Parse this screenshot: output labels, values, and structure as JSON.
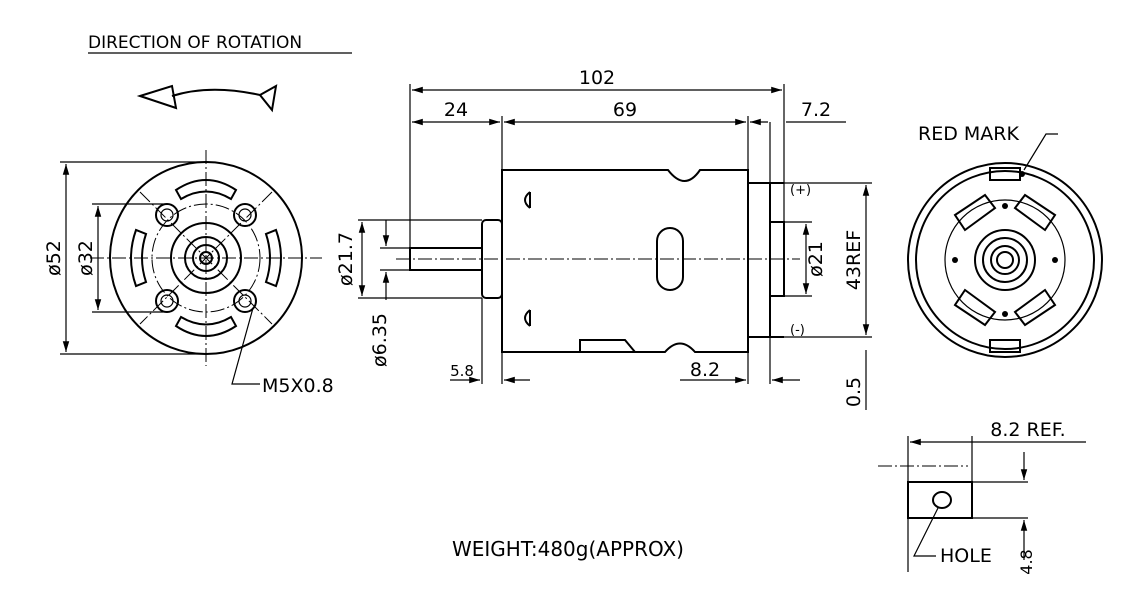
{
  "title": "DIRECTION OF ROTATION",
  "weight": "WEIGHT:480g(APPROX)",
  "labels": {
    "red_mark": "RED MARK",
    "thread": "M5X0.8",
    "hole": "HOLE",
    "plus": "(+)",
    "minus": "(-)"
  },
  "dimensions": {
    "overall_length": "102",
    "shaft_length": "24",
    "body_length": "69",
    "terminal_offset": "7.2",
    "outer_dia": "ø52",
    "bolt_circle": "ø32",
    "boss_dia": "ø21.7",
    "shaft_dia": "ø6.35",
    "rear_boss_dia": "ø21",
    "height_ref": "43REF",
    "boss_length": "5.8",
    "rear_len": "8.2",
    "term_thick": "0.5",
    "term_len_ref": "8.2 REF.",
    "term_width": "4.8"
  }
}
